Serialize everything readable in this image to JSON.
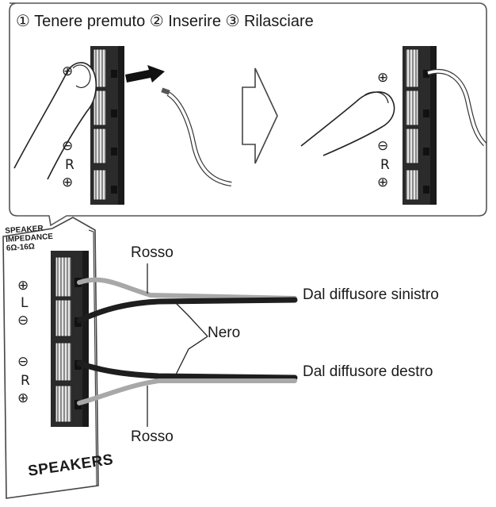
{
  "steps_caption": "① Tenere premuto ② Inserire ③ Rilasciare",
  "panel": {
    "impedance_lines": [
      "SPEAKER",
      "IMPEDANCE",
      "6Ω-16Ω"
    ],
    "title": "SPEAKERS",
    "terminals": [
      "⊕",
      "L",
      "⊖",
      "⊖",
      "R",
      "⊕"
    ]
  },
  "inset_terminals": {
    "left": [
      "⊕",
      "⊖",
      "R",
      "⊕"
    ],
    "right": [
      "⊕",
      "⊖",
      "R",
      "⊕"
    ]
  },
  "labels": {
    "red_top": "Rosso",
    "black": "Nero",
    "red_bottom": "Rosso",
    "left_speaker": "Dal diffusore sinistro",
    "right_speaker": "Dal diffusore destro"
  },
  "colors": {
    "red_wire": "#a8a8a8",
    "black_wire": "#1e1e1e",
    "terminal_body": "#2b2b2b",
    "terminal_lever": "#d9d9d9"
  }
}
